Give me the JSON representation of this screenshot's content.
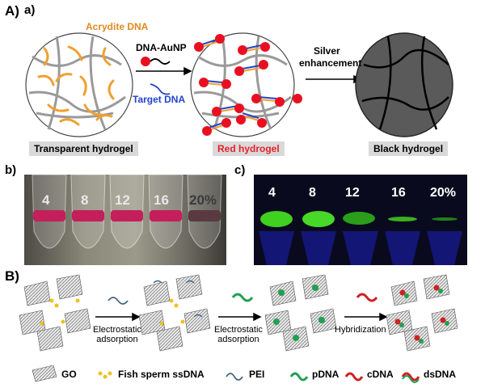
{
  "panel_A": {
    "letter": "A)",
    "sub": "a)",
    "acrydite_label": "Acrydite DNA",
    "dna_aunp_label": "DNA-AuNP",
    "target_dna_label": "Target DNA",
    "silver_label_1": "Silver",
    "silver_label_2": "enhancement",
    "caption_1": "Transparent hydrogel",
    "caption_2": "Red hydrogel",
    "caption_3": "Black hydrogel",
    "colors": {
      "acrydite": "#f0a030",
      "target": "#2244cc",
      "red_text": "#e8202a",
      "gold": "#e81020"
    }
  },
  "panel_b": {
    "letter": "b)",
    "tubes": [
      "4",
      "8",
      "12",
      "16",
      "20%"
    ]
  },
  "panel_c": {
    "letter": "c)",
    "tubes": [
      "4",
      "8",
      "12",
      "16",
      "20%"
    ]
  },
  "panel_B": {
    "letter": "B)",
    "step1": [
      "Electrostatic",
      "adsorption"
    ],
    "step2": [
      "Electrostatic",
      "adsorption"
    ],
    "step3": "Hybridization",
    "legend": [
      "GO",
      "Fish sperm ssDNA",
      "PEI",
      "pDNA",
      "cDNA",
      "dsDNA"
    ]
  }
}
